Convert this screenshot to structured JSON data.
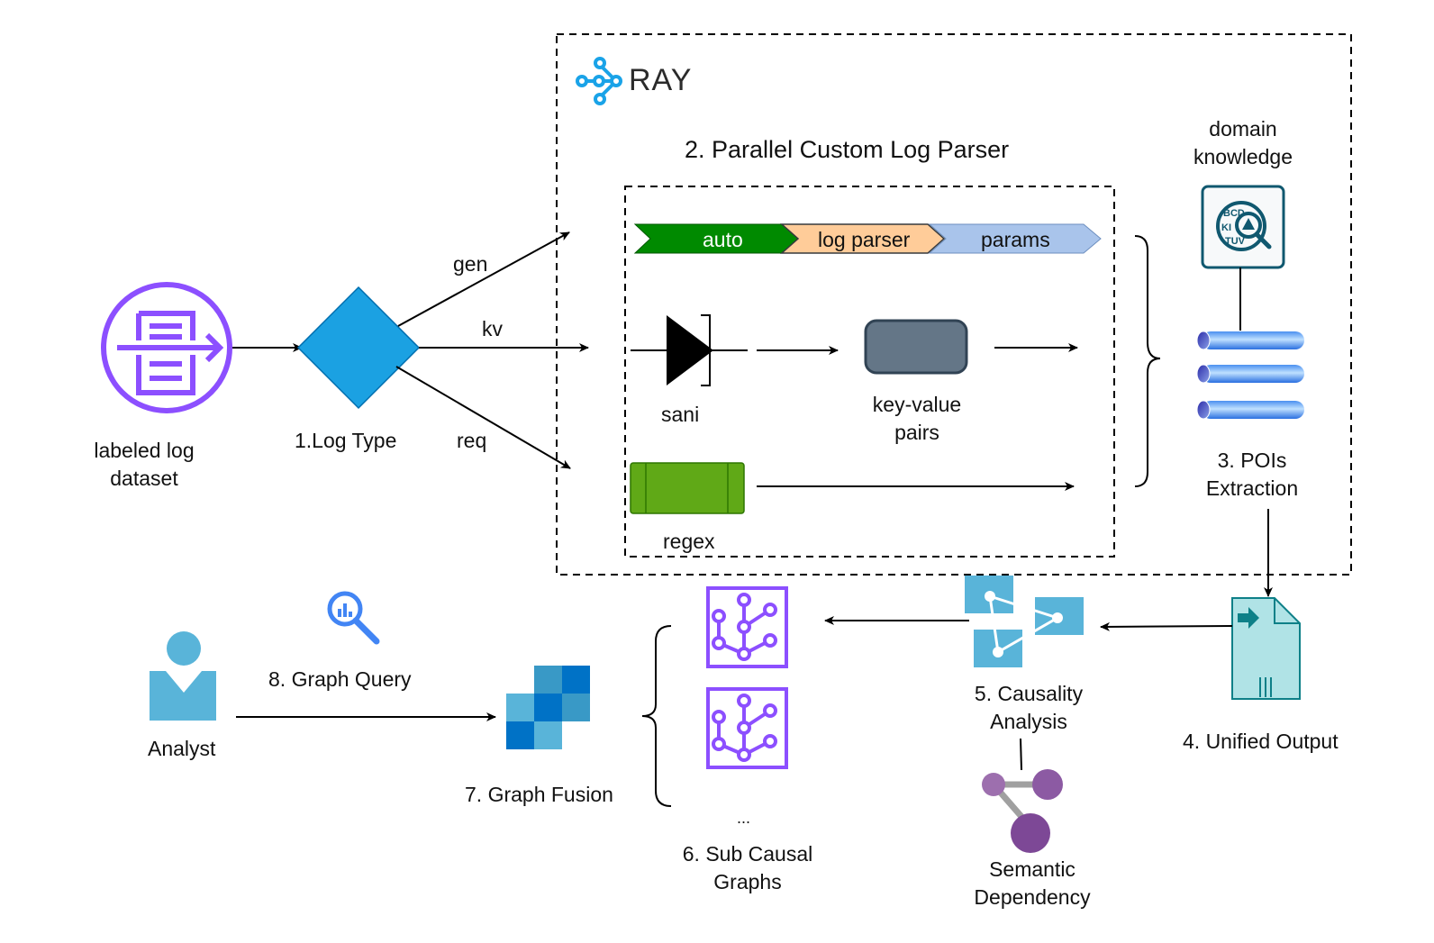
{
  "title": "Log analysis pipeline with Ray parallel custom log parser",
  "colors": {
    "purple_icon": "#8c4fff",
    "diamond": "#1ba1e2",
    "ray_blue": "#1aa3e8",
    "auto_green": "#008a00",
    "log_parser_orange": "#ffcc99",
    "params_blue": "#a9c4eb",
    "kv_box": "#647687",
    "regex_green": "#60a917",
    "teal_doc": "#b0e3e6",
    "teal_stroke": "#0e8088",
    "azure_blue": "#59b4d9",
    "semantic_purple": "#8c5aa3"
  },
  "ray": {
    "logo_text": "RAY"
  },
  "nodes": {
    "dataset": {
      "label_line1": "labeled log",
      "label_line2": "dataset",
      "icon": "data-ingest-icon"
    },
    "log_type": {
      "label": "1.Log Type",
      "icon": "decision-diamond"
    },
    "parser": {
      "title": "2. Parallel Custom Log Parser"
    },
    "pipeline_steps": [
      "auto",
      "log parser",
      "params"
    ],
    "sani": {
      "label": "sani",
      "icon": "diode-icon"
    },
    "kv_pairs": {
      "label_line1": "key-value",
      "label_line2": "pairs"
    },
    "regex": {
      "label": "regex"
    },
    "domain_knowledge": {
      "label_line1": "domain",
      "label_line2": "knowledge",
      "icon": "search-knowledge-icon"
    },
    "pois": {
      "label_line1": "3. POIs",
      "label_line2": "Extraction",
      "icon": "pipes-icon"
    },
    "unified_output": {
      "label": "4. Unified Output",
      "icon": "document-export-icon"
    },
    "causality": {
      "label_line1": "5. Causality",
      "label_line2": "Analysis",
      "icon": "graph-network-icon"
    },
    "semantic": {
      "label_line1": "Semantic",
      "label_line2": "Dependency",
      "icon": "semantic-graph-icon"
    },
    "sub_graphs": {
      "label_line1": "6. Sub Causal",
      "label_line2": "Graphs",
      "ellipsis": "...",
      "icon": "tree-graph-icon"
    },
    "graph_fusion": {
      "label": "7. Graph Fusion",
      "icon": "fusion-blocks-icon"
    },
    "graph_query": {
      "label": "8. Graph Query",
      "icon": "query-magnifier-icon"
    },
    "analyst": {
      "label": "Analyst",
      "icon": "user-icon"
    }
  },
  "edges": {
    "gen": "gen",
    "kv": "kv",
    "req": "req"
  }
}
